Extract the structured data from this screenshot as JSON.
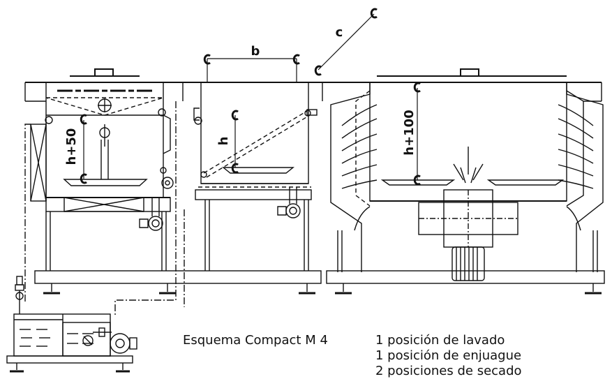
{
  "title": "Esquema Compact M 4",
  "legend": [
    "1 posición de lavado",
    "1 posición de enjuague",
    "2 posiciones de secado"
  ],
  "dimension_labels": {
    "b": "b",
    "c": "c",
    "h": "h",
    "h50": "h+50",
    "h100": "h+100"
  }
}
